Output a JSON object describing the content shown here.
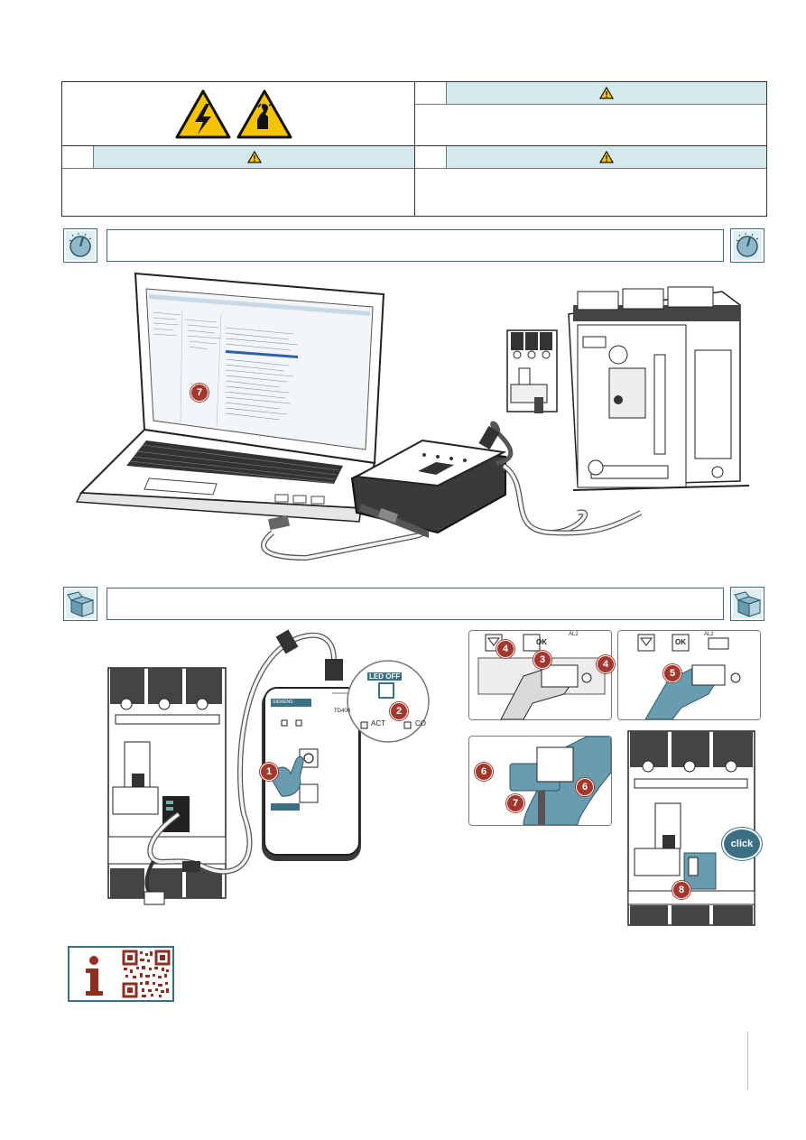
{
  "steps": {
    "s1": "1",
    "s2": "2",
    "s3": "3",
    "s4a": "4",
    "s4b": "4",
    "s5": "5",
    "s6a": "6",
    "s6b": "6",
    "s7": "7",
    "s7laptop": "7",
    "s8": "8"
  },
  "device": {
    "model": "TD400",
    "led_label": "LED OFF",
    "act_label": "ACT",
    "com_label": "CO",
    "brand": "SIEMENS"
  },
  "click_label": "click",
  "panel_labels": {
    "ok": "OK",
    "al2": "AL2"
  },
  "colors": {
    "accent_band": "#d5e9ec",
    "frame": "#3b6f84",
    "step_badge": "#a3372d",
    "warning_yellow": "#f5c400",
    "info_brown": "#8c2f22"
  },
  "icons": [
    "electric-hazard-icon",
    "hand-hazard-icon",
    "warning-triangle-icon",
    "knob-icon",
    "box-open-icon",
    "info-icon",
    "qr-code-icon"
  ]
}
